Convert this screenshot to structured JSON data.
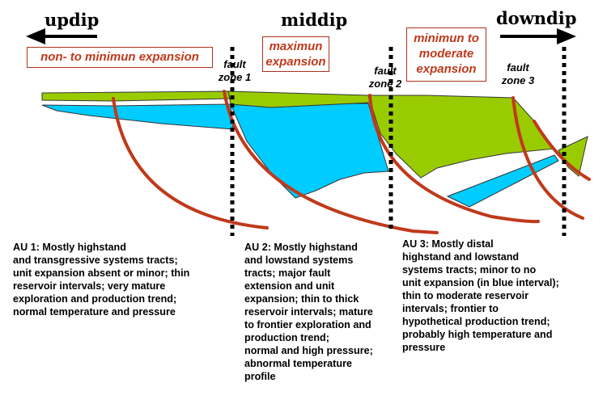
{
  "header": {
    "updip": "updip",
    "middip": "middip",
    "downdip": "downdip"
  },
  "expansion": {
    "updip": "non- to minimun expansion",
    "middip_line1": "maximun",
    "middip_line2": "expansion",
    "downdip_line1": "minimun to",
    "downdip_line2": "moderate",
    "downdip_line3": "expansion"
  },
  "fault_zones": [
    {
      "line1": "fault",
      "line2": "zone 1"
    },
    {
      "line1": "fault",
      "line2": "zone 2"
    },
    {
      "line1": "fault",
      "line2": "zone 3"
    }
  ],
  "units": [
    {
      "lines": [
        "AU 1:  Mostly highstand",
        "and transgressive systems tracts;",
        "unit expansion absent or minor; thin",
        "reservoir intervals; very mature",
        "exploration and production trend;",
        "normal temperature and pressure"
      ]
    },
    {
      "lines": [
        "AU 2:  Mostly highstand",
        "and lowstand systems",
        "tracts; major fault",
        "extension and unit",
        "expansion; thin to thick",
        "reservoir intervals; mature",
        "to  frontier exploration and",
        "production trend;",
        "normal and high pressure;",
        "abnormal temperature",
        "profile"
      ]
    },
    {
      "lines": [
        "AU 3:  Mostly distal",
        "highstand and lowstand",
        "systems tracts; minor to no",
        "unit expansion (in blue interval);",
        "thin to moderate reservoir",
        "intervals; frontier to",
        "hypothetical production trend;",
        "probably high temperature and",
        "pressure"
      ]
    }
  ],
  "colors": {
    "green_unit": "#99cc00",
    "blue_unit": "#00ccff",
    "fault": "#c0391b",
    "box_text": "#c0391b"
  }
}
